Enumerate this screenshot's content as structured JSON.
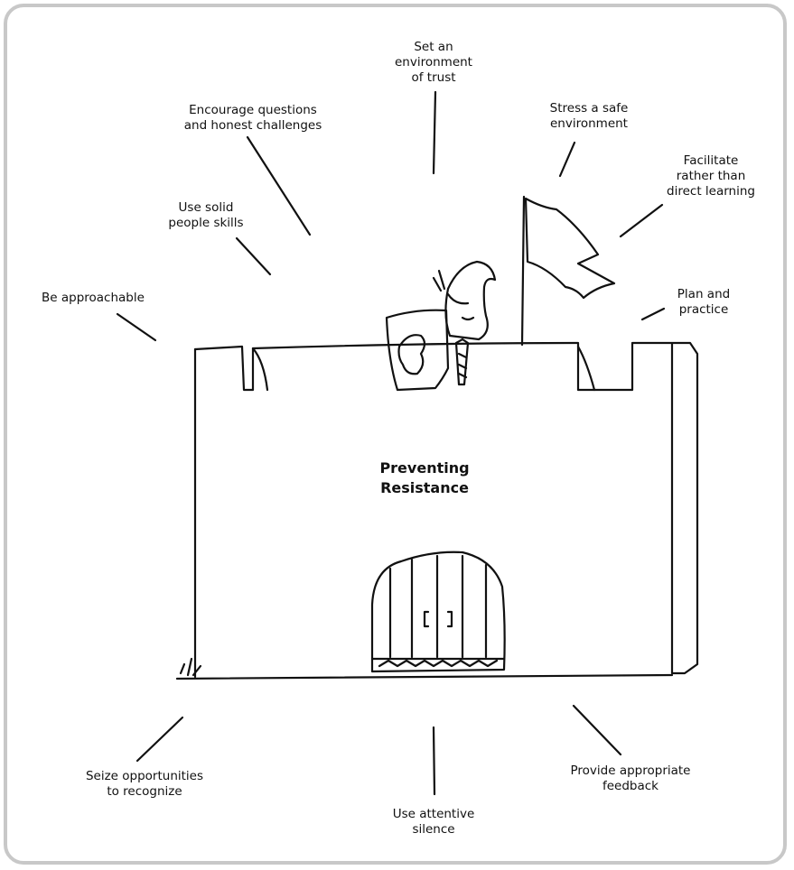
{
  "title": {
    "line1": "Preventing",
    "line2": "Resistance"
  },
  "labels": {
    "be_approachable": [
      "Be approachable"
    ],
    "use_solid_people_skills": [
      "Use solid",
      "people skills"
    ],
    "encourage_questions": [
      "Encourage questions",
      "and honest challenges"
    ],
    "set_environment_trust": [
      "Set an",
      "environment",
      "of trust"
    ],
    "stress_safe_environment": [
      "Stress a safe",
      "environment"
    ],
    "facilitate_learning": [
      "Facilitate",
      "rather than",
      "direct learning"
    ],
    "plan_and_practice": [
      "Plan and",
      "practice"
    ],
    "seize_opportunities": [
      "Seize opportunities",
      "to recognize"
    ],
    "use_attentive_silence": [
      "Use attentive",
      "silence"
    ],
    "provide_feedback": [
      "Provide appropriate",
      "feedback"
    ]
  },
  "colors": {
    "frame": "#c8c8c8",
    "ink": "#111111"
  }
}
